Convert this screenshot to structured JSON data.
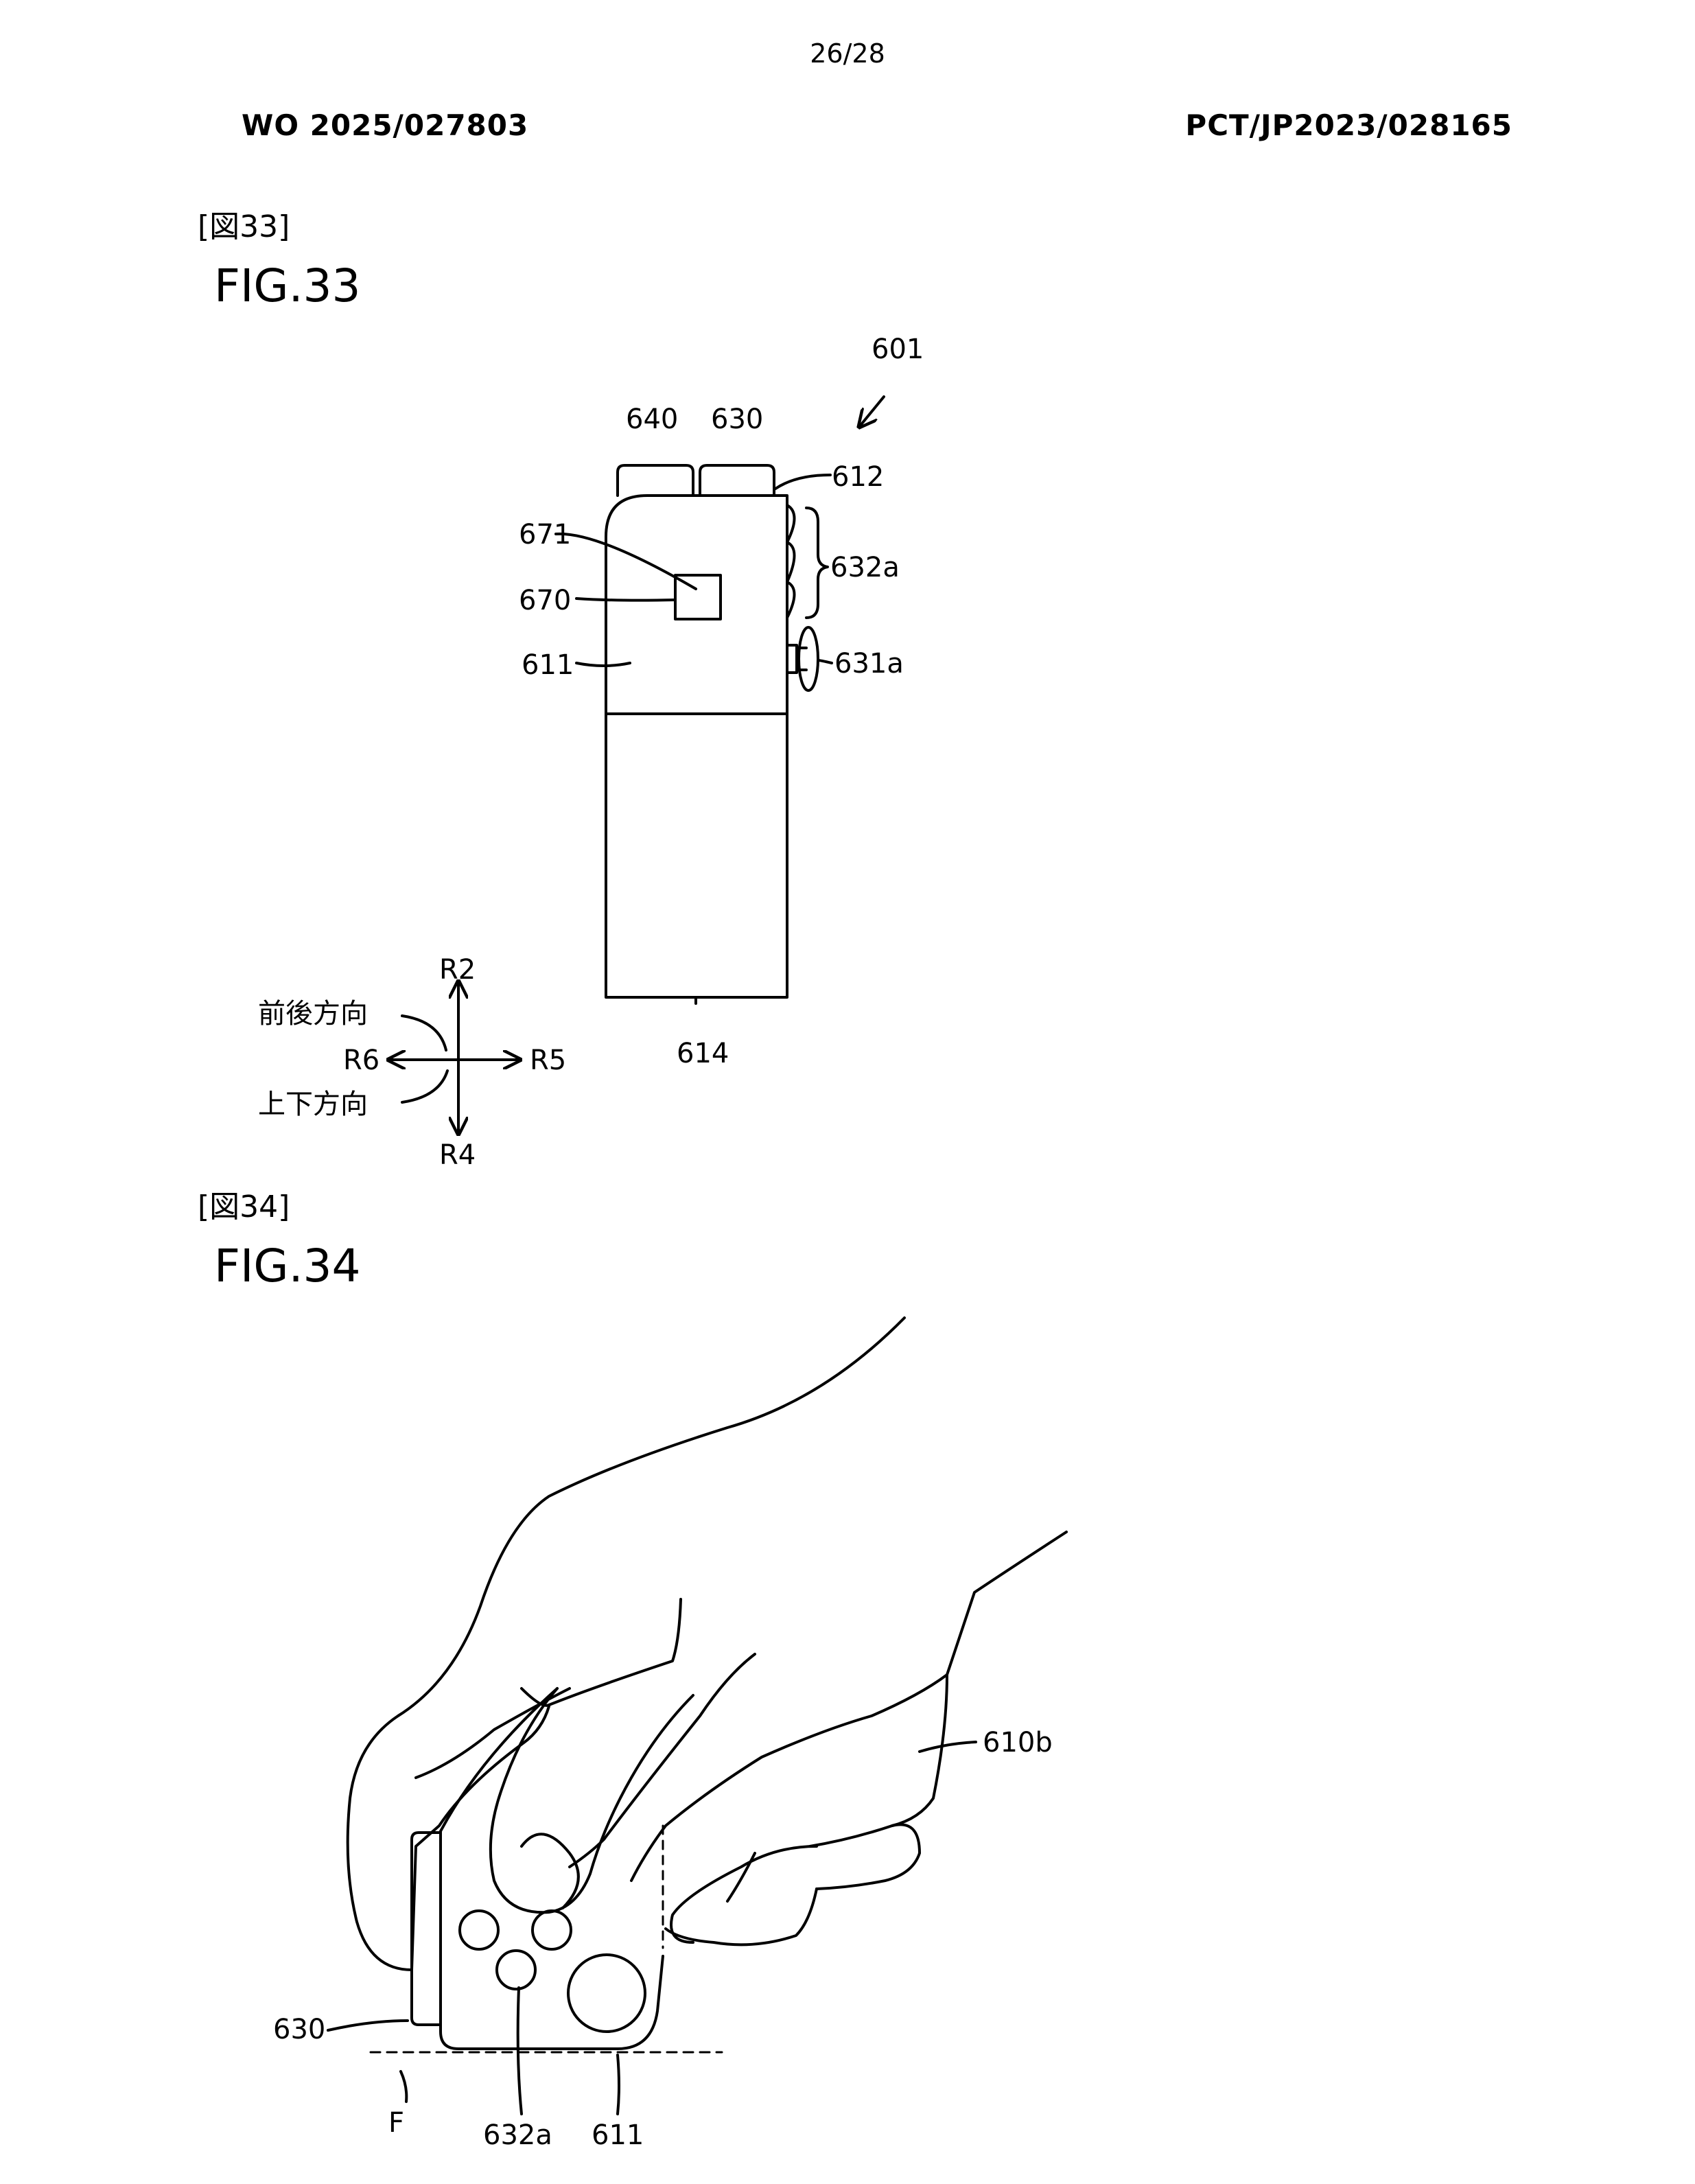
{
  "page_number": "26/28",
  "header": {
    "publication_number": "WO 2025/027803",
    "application_number": "PCT/JP2023/028165"
  },
  "figure33": {
    "bracket_label": "[図33]",
    "title": "FIG.33",
    "refs": {
      "device": "601",
      "r640": "640",
      "r630": "630",
      "r612": "612",
      "r671": "671",
      "r632a": "632a",
      "r670": "670",
      "r631a": "631a",
      "r611": "611",
      "r614": "614"
    },
    "directions": {
      "r2": "R2",
      "r4": "R4",
      "r5": "R5",
      "r6": "R6",
      "front_back": "前後方向",
      "up_down": "上下方向"
    }
  },
  "figure34": {
    "bracket_label": "[図34]",
    "title": "FIG.34",
    "refs": {
      "r610b": "610b",
      "r630": "630",
      "floor": "F",
      "r632a": "632a",
      "r611": "611"
    }
  }
}
